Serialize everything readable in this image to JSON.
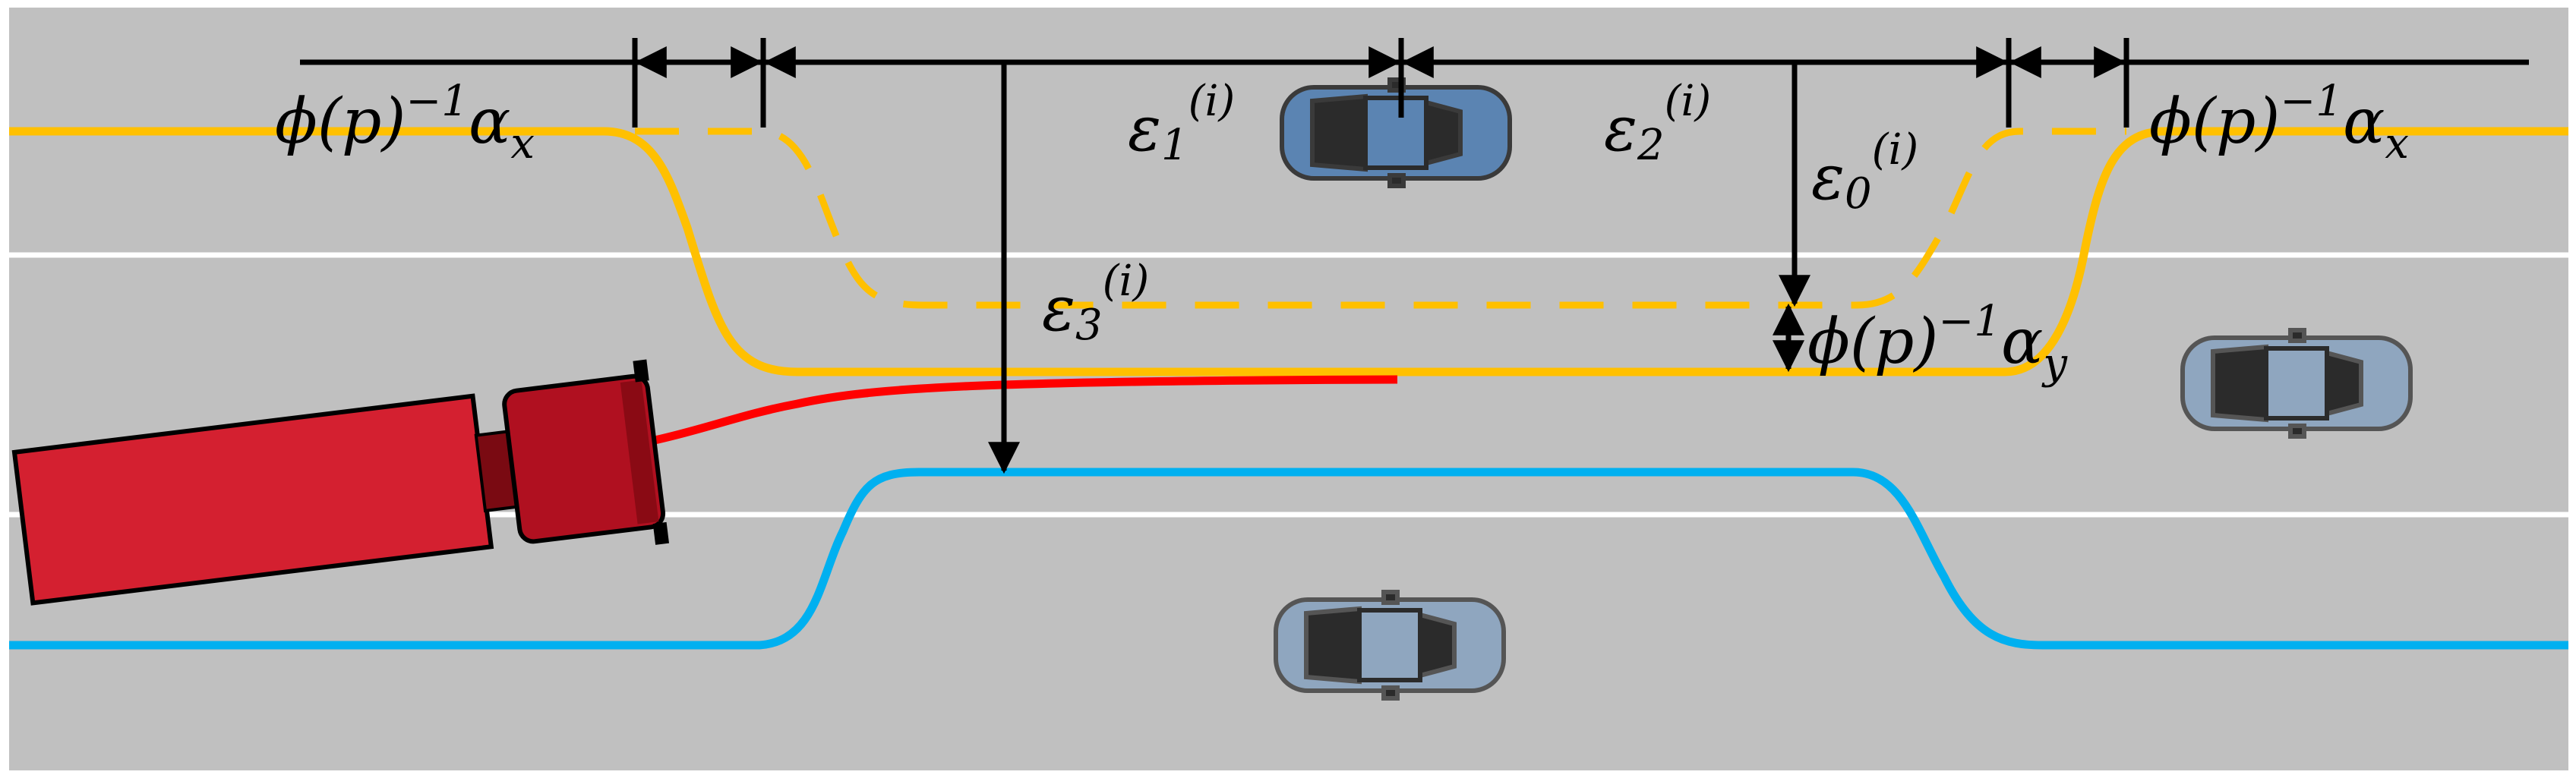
{
  "colors": {
    "road": "#c0c0c0",
    "lane_line": "#ffffff",
    "ego_path": "#ffc000",
    "truck_path": "#ff0000",
    "blue_path": "#00b0f0",
    "truck_body": "#d42030",
    "truck_cab": "#b01020",
    "car_blue": "#5b84b2",
    "car_grey": "#8fa6bf",
    "dimension": "#000000"
  },
  "vehicles": [
    {
      "id": "truck",
      "kind": "truck",
      "icon": "truck-icon"
    },
    {
      "id": "car-front",
      "kind": "car",
      "icon": "car-icon"
    },
    {
      "id": "car-right",
      "kind": "car",
      "icon": "car-icon"
    },
    {
      "id": "car-bottom",
      "kind": "car",
      "icon": "car-icon"
    }
  ],
  "labels": {
    "phi_ax_left": {
      "base": "ϕ(p)",
      "exp": "−1",
      "tail": "α",
      "sub": "x"
    },
    "phi_ax_right": {
      "base": "ϕ(p)",
      "exp": "−1",
      "tail": "α",
      "sub": "x"
    },
    "phi_ay": {
      "base": "ϕ(p)",
      "exp": "−1",
      "tail": "α",
      "sub": "y"
    },
    "eps1": {
      "base": "ε",
      "sub": "1",
      "sup": "(i)"
    },
    "eps2": {
      "base": "ε",
      "sub": "2",
      "sup": "(i)"
    },
    "eps0": {
      "base": "ε",
      "sub": "0",
      "sup": "(i)"
    },
    "eps3": {
      "base": "ε",
      "sub": "3",
      "sup": "(i)"
    }
  }
}
